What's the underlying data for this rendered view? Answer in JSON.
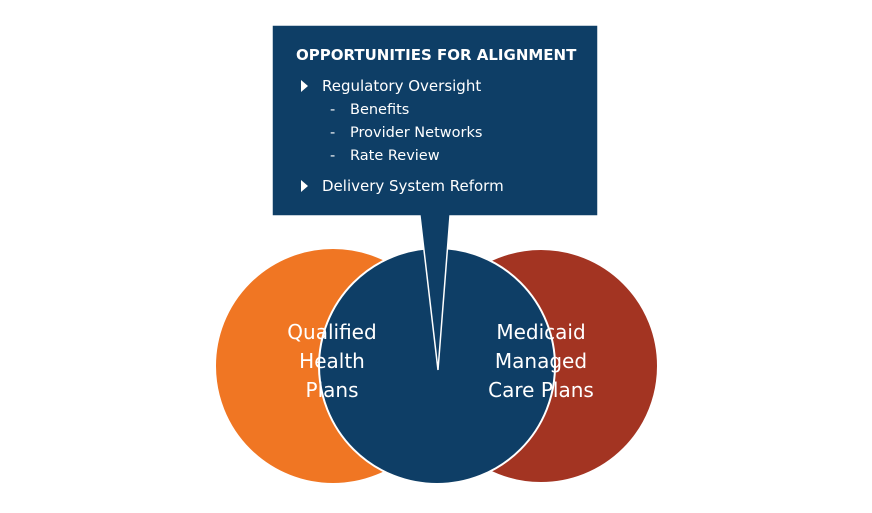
{
  "colors": {
    "left_circle": "#F07623",
    "right_circle": "#A33422",
    "overlap": "#0E3E66",
    "callout": "#0E3E66",
    "text": "#FFFFFF"
  },
  "left_circle": {
    "lines": [
      "Qualified",
      "Health",
      "Plans"
    ]
  },
  "right_circle": {
    "lines": [
      "Medicaid",
      "Managed",
      "Care Plans"
    ]
  },
  "callout": {
    "title": "OPPORTUNITIES FOR ALIGNMENT",
    "items": [
      {
        "label": "Regulatory Oversight",
        "bullet_icon": "triangle-right-icon",
        "sub_items": [
          {
            "dash": "-",
            "label": "Benefits"
          },
          {
            "dash": "-",
            "label": "Provider Networks"
          },
          {
            "dash": "-",
            "label": "Rate Review"
          }
        ]
      },
      {
        "label": "Delivery System Reform",
        "bullet_icon": "triangle-right-icon",
        "sub_items": []
      }
    ]
  }
}
